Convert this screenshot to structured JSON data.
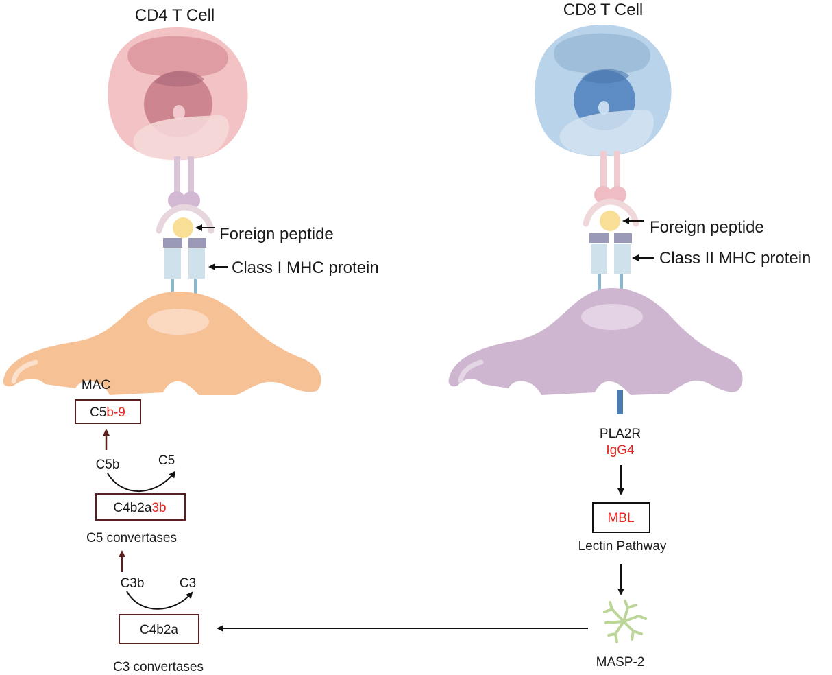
{
  "left_panel": {
    "title": "CD4 T Cell",
    "peptide_label": "Foreign peptide",
    "mhc_label": "Class I MHC protein",
    "mac_label": "MAC",
    "c5b9": {
      "prefix": "C5",
      "highlight": "b-9"
    },
    "c5b": "C5b",
    "c5": "C5",
    "c4b2a3b": {
      "prefix": "C4b2a",
      "highlight": "3b"
    },
    "c5_convertases": "C5 convertases",
    "c3b": "C3b",
    "c3": "C3",
    "c4b2a": "C4b2a",
    "c3_convertases": "C3 convertases"
  },
  "right_panel": {
    "title": "CD8 T Cell",
    "peptide_label": "Foreign peptide",
    "mhc_label": "Class II MHC protein",
    "pla2r": "PLA2R",
    "igg4": "IgG4",
    "mbl": "MBL",
    "lectin_pathway": "Lectin Pathway",
    "masp2": "MASP-2"
  },
  "colors": {
    "cd4_cell": "#f3c3c6",
    "cd8_cell": "#b9d3ea",
    "apc_left": "#f7c196",
    "apc_right": "#cfb6d0",
    "peptide": "#f9df95",
    "mhc": "#cfe2ec",
    "highlight_text": "#e8251f",
    "box_border": "#5a1f1f",
    "masp2": "#bcd69a"
  },
  "icons": [
    "cd4-t-cell-icon",
    "cd8-t-cell-icon",
    "antigen-presenting-cell-icon",
    "masp-2-icon"
  ]
}
